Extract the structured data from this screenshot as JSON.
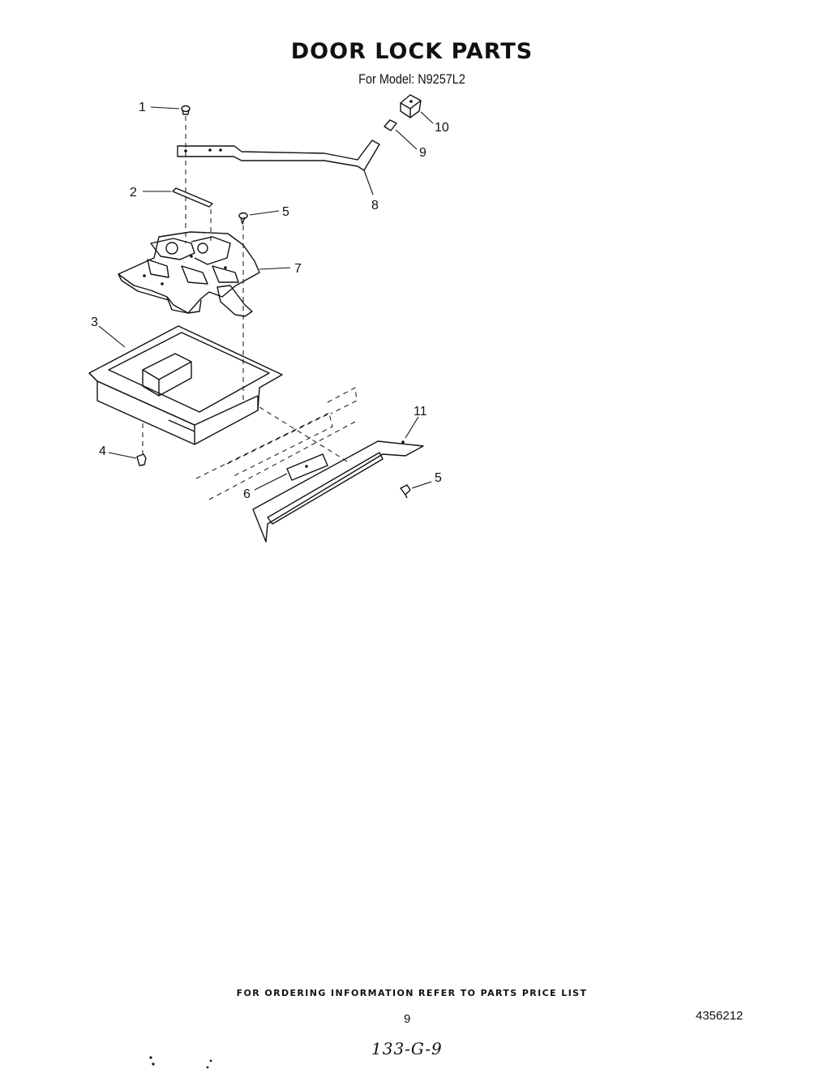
{
  "header": {
    "title": "DOOR LOCK PARTS",
    "subtitle": "For Model: N9257L2"
  },
  "callouts": [
    "1",
    "2",
    "3",
    "4",
    "5",
    "6",
    "7",
    "8",
    "9",
    "10",
    "11",
    "5"
  ],
  "footer": {
    "ordering_note": "FOR ORDERING INFORMATION REFER TO PARTS PRICE LIST",
    "page_number": "9",
    "document_number": "4356212",
    "handwritten_note": "133-G-9"
  }
}
